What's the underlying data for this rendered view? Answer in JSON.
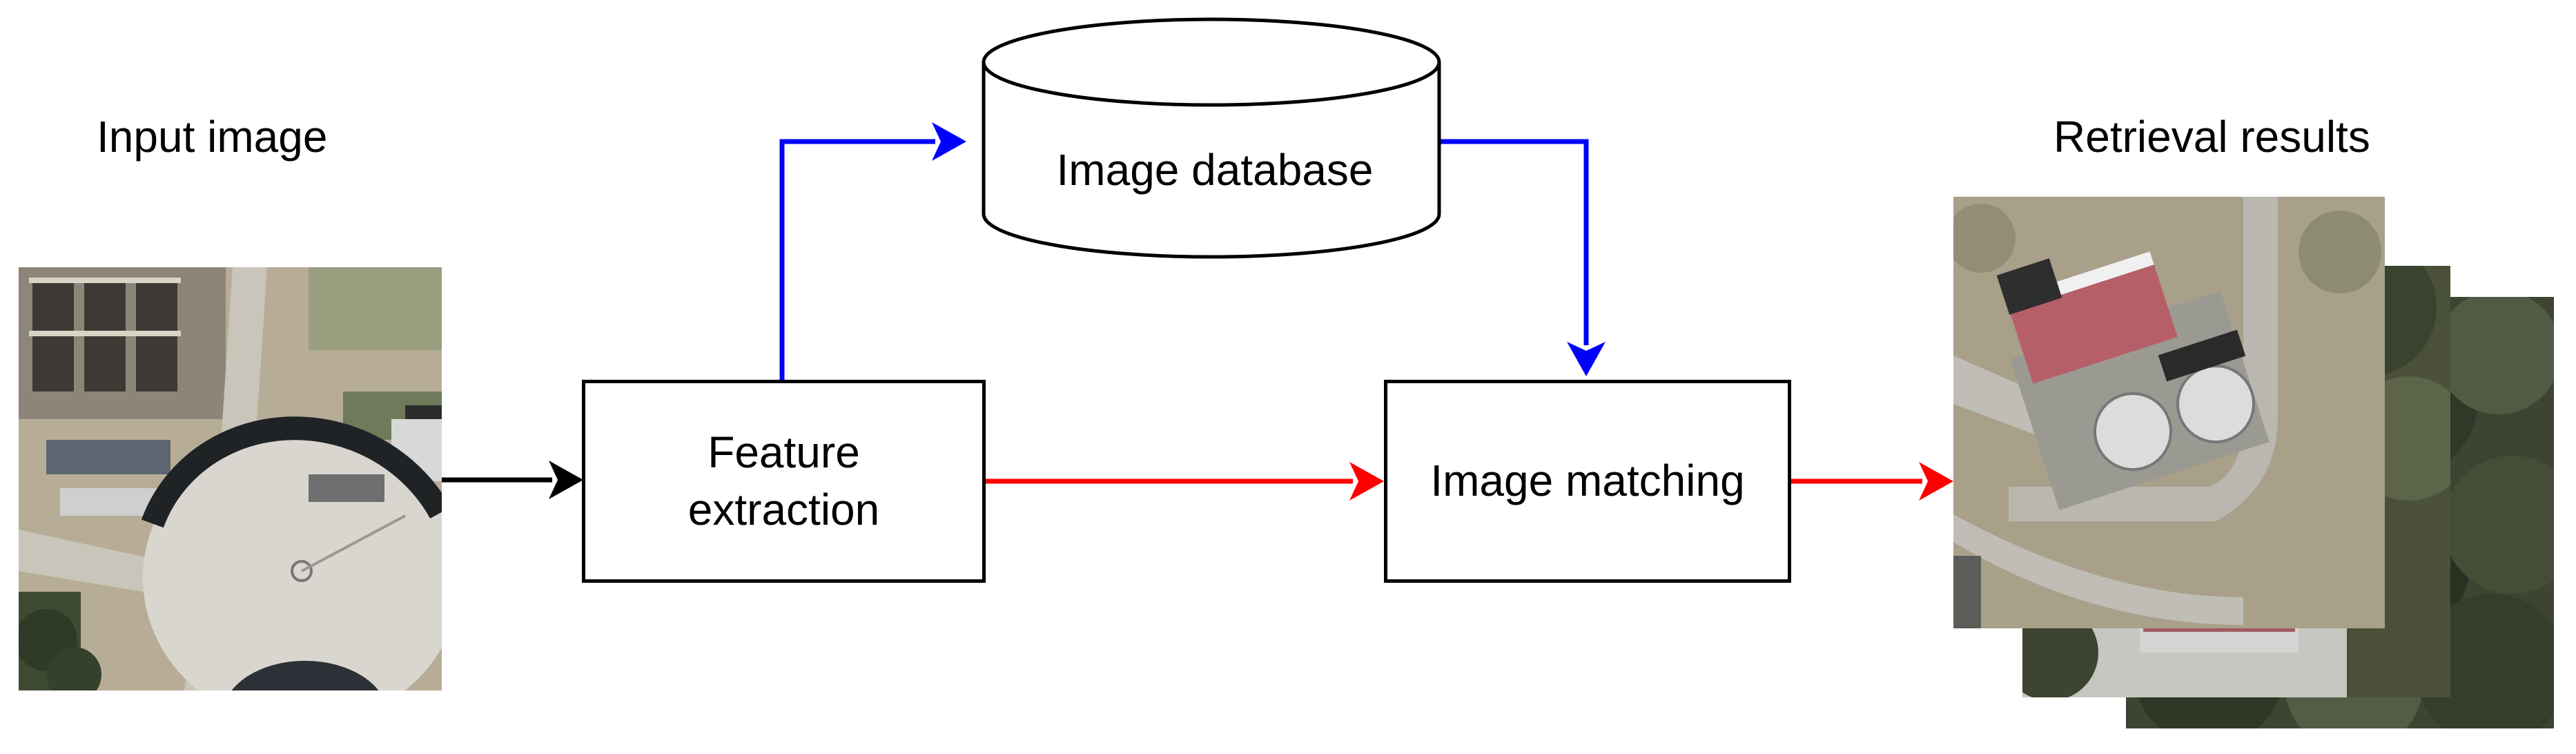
{
  "labels": {
    "input_title": "Input image",
    "results_title": "Retrieval results",
    "feature_line1": "Feature",
    "feature_line2": "extraction",
    "database": "Image database",
    "matching": "Image matching"
  },
  "colors": {
    "black_arrow": "#000000",
    "blue_arrow": "#0000ff",
    "red_arrow": "#ff0000"
  },
  "icons": {
    "input_image": "aerial-photo-icon",
    "results": "stacked-aerial-photos-icon",
    "database": "cylinder-database-icon"
  }
}
